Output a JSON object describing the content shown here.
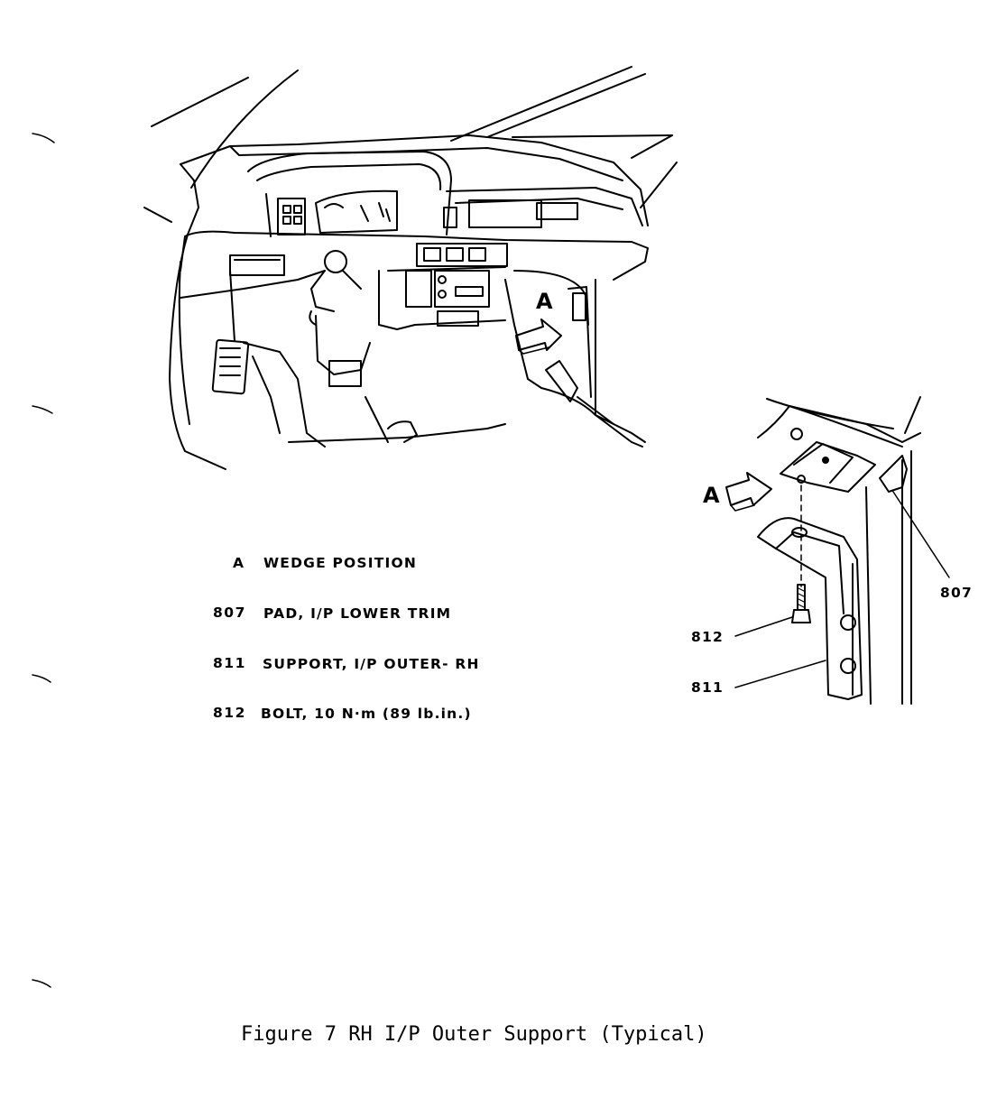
{
  "figure": {
    "caption": "Figure 7 RH I/P Outer Support (Typical)"
  },
  "legend": [
    {
      "key": "A",
      "text": "WEDGE POSITION"
    },
    {
      "key": "807",
      "text": "PAD, I/P LOWER TRIM"
    },
    {
      "key": "811",
      "text": "SUPPORT, I/P OUTER- RH"
    },
    {
      "key": "812",
      "text": "BOLT, 10 N·m (89 lb.in.)"
    }
  ],
  "callouts": {
    "view_a_main": "A",
    "view_a_detail": "A",
    "c807": "807",
    "c812": "812",
    "c811": "811"
  }
}
